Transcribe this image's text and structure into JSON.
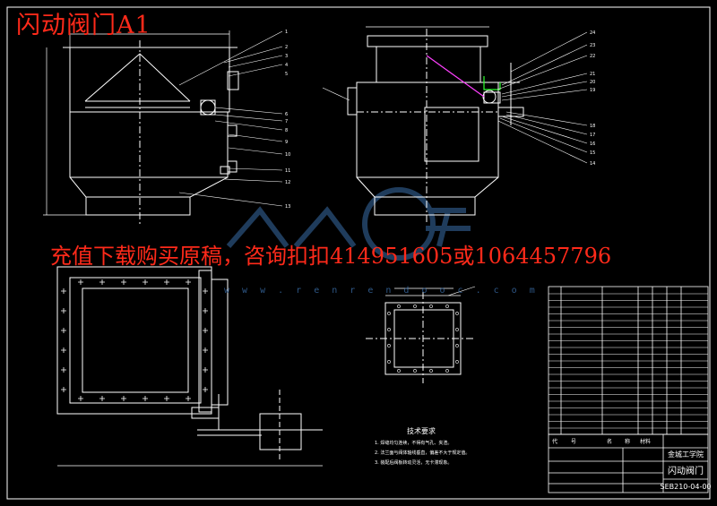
{
  "drawing": {
    "title": "闪动阀门A1",
    "ad_text": "充值下载购买原稿，咨询扣扣414951605或1064457796",
    "watermark_url": "w w w . r e n r e n d o o c . c o m"
  },
  "notes": {
    "heading": "技术要求",
    "lines": [
      "1. 焊缝均匀连续，不得有气孔、夹渣。",
      "2. 法兰面与阀体轴线垂直，偏差不大于规定值。",
      "3. 装配后阀板转动灵活，无卡滞现象。"
    ]
  },
  "title_block": {
    "company": "金城工学院",
    "part_name": "闪动阀门",
    "drawing_no": "SEB210-04-00",
    "col_headers": [
      "代",
      "号",
      "名",
      "称",
      "材料"
    ]
  },
  "callouts": {
    "front": [
      "1",
      "2",
      "3",
      "4",
      "5",
      "6",
      "7",
      "8",
      "9",
      "10",
      "11",
      "12",
      "13"
    ],
    "side": [
      "24",
      "23",
      "22",
      "21",
      "20",
      "19",
      "18",
      "17",
      "16",
      "15",
      "14"
    ]
  },
  "colors": {
    "line": "#ffffff",
    "accent_green": "#2eff2e",
    "accent_magenta": "#ff40ff",
    "dim_cyan": "#4fd8ff",
    "red_text": "#ff2a1a",
    "watermark_blue": "#3a6da8"
  }
}
